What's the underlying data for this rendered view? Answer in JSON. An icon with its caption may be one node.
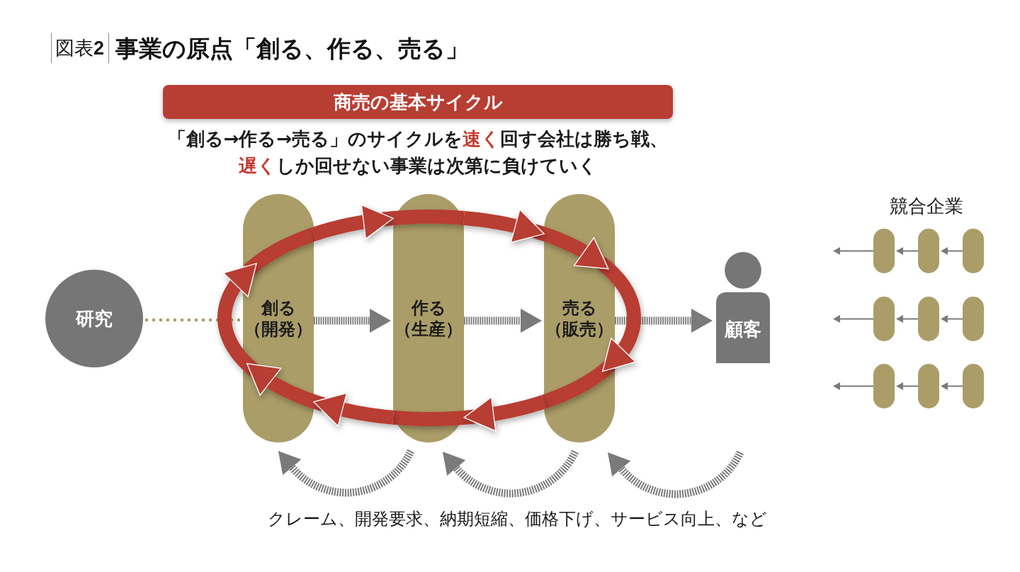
{
  "diagram": {
    "title": "事業の原点「創る、作る、売る」",
    "nodes": [
      {
        "text": [
          "商売の基本サイクル"
        ]
      },
      {
        "text": [
          "研究"
        ]
      },
      {
        "text": [
          "創る（開発）"
        ]
      },
      {
        "text": [
          "作る（生産）"
        ]
      },
      {
        "text": [
          "売る（販売）"
        ]
      },
      {
        "text": [
          "顧客"
        ]
      },
      {
        "text": [],
        "shape": "pill"
      },
      {
        "text": [],
        "shape": "pill"
      },
      {
        "text": [],
        "shape": "pill"
      },
      {
        "text": [],
        "shape": "pill"
      },
      {
        "text": [],
        "shape": "pill"
      },
      {
        "text": [],
        "shape": "pill"
      },
      {
        "text": [],
        "shape": "pill"
      },
      {
        "text": [],
        "shape": "pill"
      },
      {
        "text": [],
        "shape": "pill"
      }
    ],
    "edges": [
      {
        "from": 1,
        "to": 2,
        "arrow": "none",
        "style": "dashed",
        "color": "#a89a62"
      },
      {
        "from": 2,
        "to": 3,
        "arrow": "to",
        "style": "dashed"
      },
      {
        "from": 3,
        "to": 4,
        "arrow": "to",
        "style": "dashed"
      },
      {
        "from": 4,
        "to": 5,
        "arrow": "to",
        "style": "dashed"
      },
      {
        "from": 2,
        "to": 3,
        "arrow": "to",
        "style": "thick",
        "color": "#b83d33"
      },
      {
        "from": 3,
        "to": 4,
        "arrow": "to",
        "style": "thick",
        "color": "#b83d33"
      },
      {
        "from": 4,
        "to": 3,
        "arrow": "to",
        "style": "thick",
        "color": "#b83d33"
      },
      {
        "from": 3,
        "to": 2,
        "arrow": "to",
        "style": "thick",
        "color": "#b83d33"
      },
      {
        "from": 3,
        "to": 2,
        "arrow": "to",
        "style": "dashed"
      },
      {
        "from": 4,
        "to": 3,
        "arrow": "to",
        "style": "dashed"
      },
      {
        "from": null,
        "to": 4,
        "arrow": "to",
        "style": "dashed"
      },
      {
        "from": 8,
        "to": 7,
        "arrow": "to"
      },
      {
        "from": 7,
        "to": 6,
        "arrow": "to"
      },
      {
        "from": 6,
        "to": null,
        "arrow": "to"
      },
      {
        "from": 11,
        "to": 10,
        "arrow": "to"
      },
      {
        "from": 10,
        "to": 9,
        "arrow": "to"
      },
      {
        "from": 9,
        "to": null,
        "arrow": "to"
      },
      {
        "from": 14,
        "to": 13,
        "arrow": "to"
      },
      {
        "from": 13,
        "to": 12,
        "arrow": "to"
      },
      {
        "from": 12,
        "to": null,
        "arrow": "to"
      }
    ],
    "labels": [
      "図表**2**",
      "「創る→作る→売る」のサイクルを**速く**回す会社は勝ち戦、**遅く**しか回せない事業は次第に負けていく",
      "競合企業",
      "クレーム、開発要求、納期短縮、価格下げ、サービス向上、など"
    ]
  }
}
